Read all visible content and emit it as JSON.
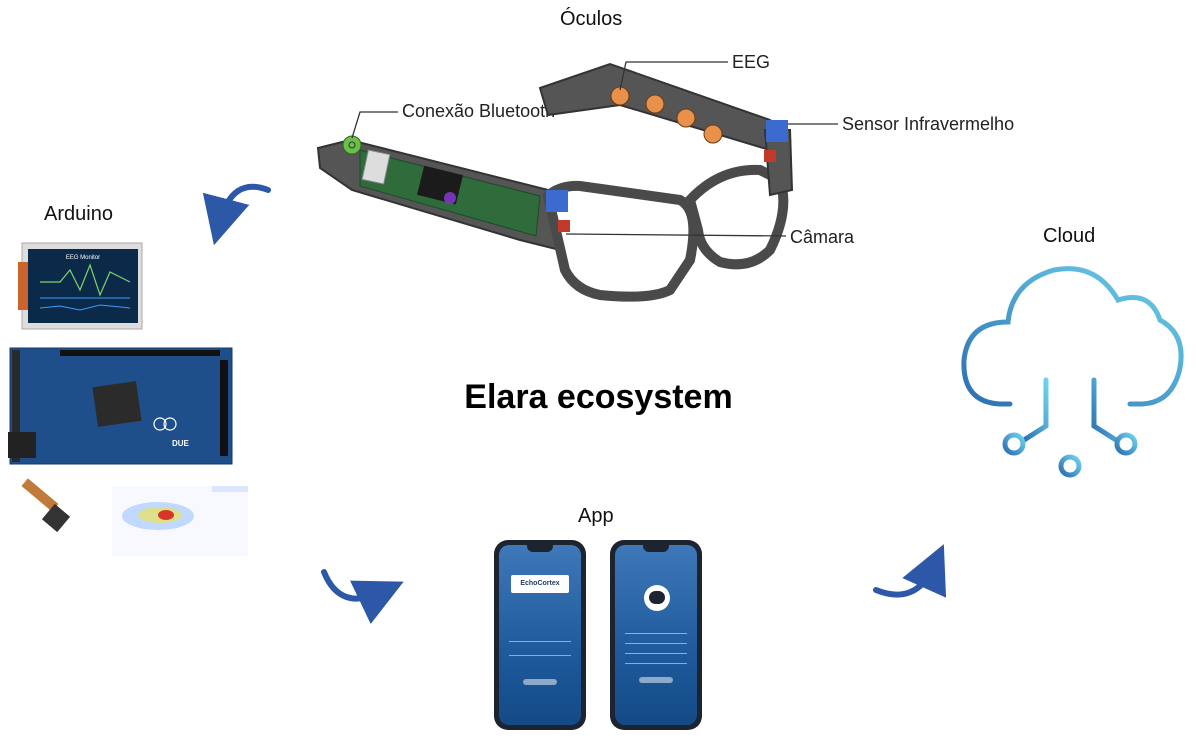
{
  "title": "Elara ecosystem",
  "nodes": {
    "glasses": "Óculos",
    "arduino": "Arduino",
    "cloud": "Cloud",
    "app": "App"
  },
  "callouts": {
    "bluetooth": "Conexão Bluetooth",
    "eeg": "EEG",
    "infrared": "Sensor Infravermelho",
    "camera": "Câmara"
  },
  "eeg_monitor": {
    "title": "EEG Monitor"
  },
  "board_label": "DUE",
  "phone_left": {
    "logo": "EchoCortex"
  },
  "colors": {
    "arrow": "#2d58a8",
    "cloud_gradient_start": "#2b6fb3",
    "cloud_gradient_end": "#6fd3ec",
    "sensor_blue": "#3c6bd0",
    "eeg_orange": "#e8914b"
  }
}
